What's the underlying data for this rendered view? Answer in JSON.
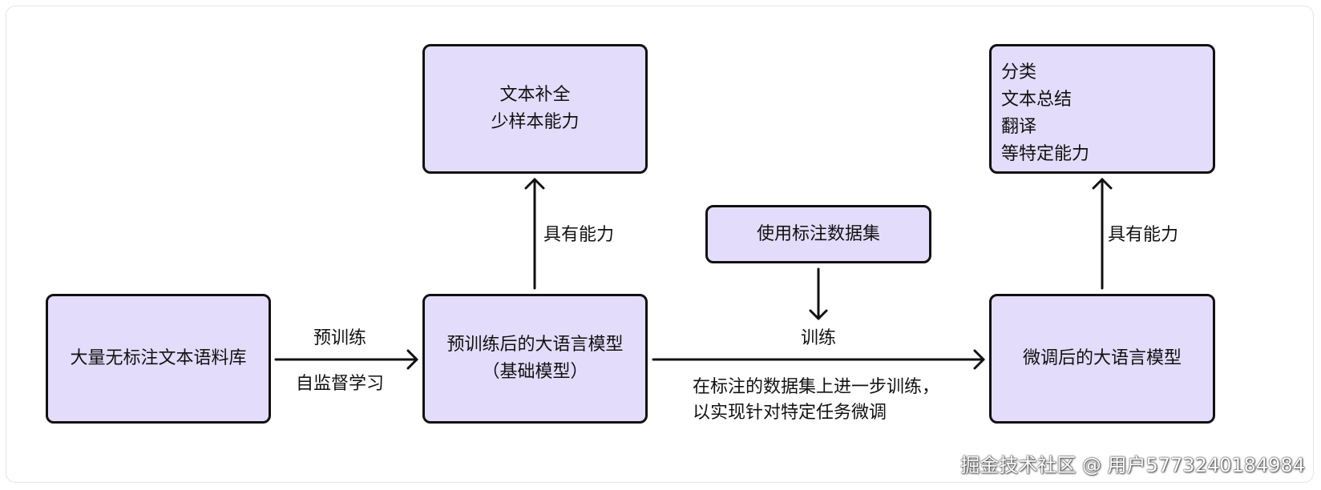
{
  "nodes": {
    "corpus": {
      "lines": [
        "大量无标注文本语料库"
      ]
    },
    "pretrained": {
      "lines": [
        "预训练后的大语言模型",
        "（基础模型）"
      ]
    },
    "pretrained_abilities": {
      "lines": [
        "文本补全",
        "少样本能力"
      ]
    },
    "dataset": {
      "lines": [
        "使用标注数据集"
      ]
    },
    "finetuned": {
      "lines": [
        "微调后的大语言模型"
      ]
    },
    "finetuned_abilities": {
      "lines": [
        "分类",
        "文本总结",
        "翻译",
        "等特定能力"
      ]
    }
  },
  "edges": {
    "pretrain_top": "预训练",
    "pretrain_bottom": "自监督学习",
    "ability_left": "具有能力",
    "train_top": "训练",
    "train_bottom_1": "在标注的数据集上进一步训练，",
    "train_bottom_2": "以实现针对特定任务微调",
    "ability_right": "具有能力"
  },
  "watermark": "掘金技术社区 @ 用户5773240184984",
  "colors": {
    "node_fill": "#e3dcfa",
    "stroke": "#111111"
  }
}
